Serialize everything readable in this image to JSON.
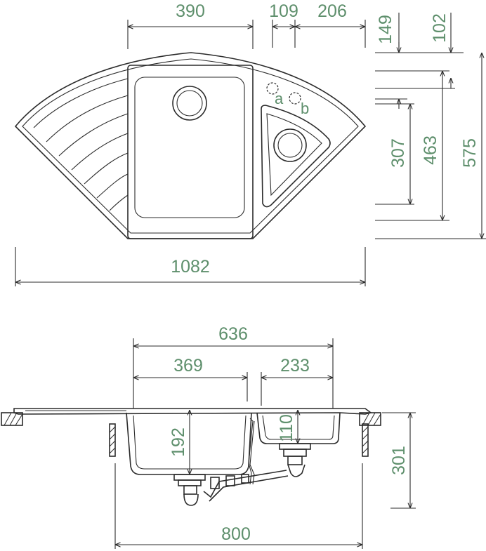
{
  "top_view": {
    "dims": {
      "bowl_width": "390",
      "gap_width": "109",
      "small_width": "206",
      "overall_width": "1082",
      "depth_149": "149",
      "depth_102": "102",
      "depth_307": "307",
      "depth_463": "463",
      "depth_575": "575"
    },
    "tap_labels": {
      "a": "a",
      "b": "b"
    }
  },
  "section_view": {
    "dims": {
      "bowls_total": "636",
      "big_bowl": "369",
      "small_bowl": "233",
      "big_depth": "192",
      "small_depth": "110",
      "overall_height": "301",
      "cabinet_width": "800"
    }
  },
  "colors": {
    "dimension_text": "#5e8f6c",
    "line": "#2b2b2b"
  }
}
